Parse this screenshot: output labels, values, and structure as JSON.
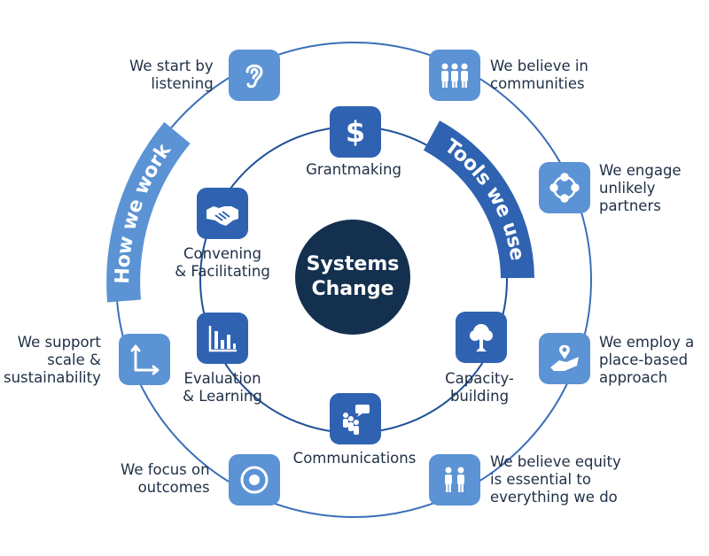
{
  "center": {
    "label": "Systems\nChange"
  },
  "banners": {
    "how_we_work": "How we work",
    "tools_we_use": "Tools we use"
  },
  "outer_items": [
    {
      "label": "We start by\nlistening",
      "icon": "ear-icon"
    },
    {
      "label": "We believe in\ncommunities",
      "icon": "community-people-icon"
    },
    {
      "label": "We engage\nunlikely\npartners",
      "icon": "network-circle-icon"
    },
    {
      "label": "We employ a\nplace-based\napproach",
      "icon": "map-location-icon"
    },
    {
      "label": "We believe equity\nis essential to\neverything we do",
      "icon": "two-people-icon"
    },
    {
      "label": "We focus on\noutcomes",
      "icon": "target-icon"
    },
    {
      "label": "We support\nscale &\nsustainability",
      "icon": "axes-arrows-icon"
    }
  ],
  "inner_items": [
    {
      "label": "Grantmaking",
      "icon": "dollar-icon"
    },
    {
      "label": "Convening\n& Facilitating",
      "icon": "handshake-icon"
    },
    {
      "label": "Evaluation\n& Learning",
      "icon": "bar-chart-icon"
    },
    {
      "label": "Communications",
      "icon": "speech-people-icon"
    },
    {
      "label": "Capacity-\nbuilding",
      "icon": "tree-icon"
    }
  ],
  "colors": {
    "light_blue": "#5b93d4",
    "dark_blue": "#2f63b1",
    "navy": "#14304f",
    "ring": "#3b6fb8"
  }
}
